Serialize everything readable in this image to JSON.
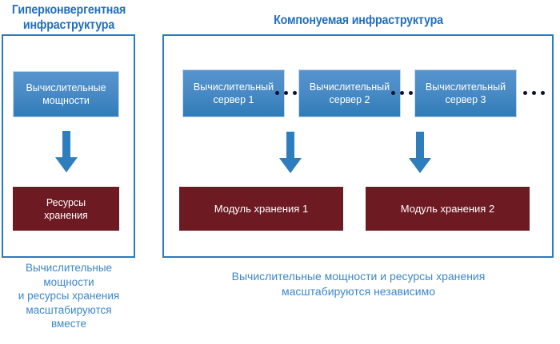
{
  "diagram": {
    "background_color": "#ffffff",
    "accent_blue": "#2a7ac0",
    "title_blue": "#1f6fbf",
    "caption_blue": "#3d87c8",
    "compute_box_color": "#4a8bc6",
    "storage_box_color": "#6e1a22",
    "dot_color": "#10102e"
  },
  "left_panel": {
    "title": "Гиперконвергентная\nинфраструктура",
    "compute_box": "Вычислительные\nмощности",
    "storage_box": "Ресурсы\nхранения",
    "arrow": "arrow-down-icon",
    "caption": "Вычислительные\nмощности\nи ресурсы хранения\nмасштабируются\nвместе"
  },
  "right_panel": {
    "title": "Компонуемая инфраструктура",
    "servers": [
      {
        "label": "Вычислительный\nсервер 1"
      },
      {
        "label": "Вычислительный\nсервер 2"
      },
      {
        "label": "Вычислительный\nсервер 3"
      }
    ],
    "storage_modules": [
      {
        "label": "Модуль хранения 1"
      },
      {
        "label": "Модуль хранения 2"
      }
    ],
    "ellipsis": "•••",
    "arrows": [
      "arrow-down-icon",
      "arrow-down-icon"
    ],
    "caption": "Вычислительные мощности и ресурсы хранения\nмасштабируются независимо"
  }
}
